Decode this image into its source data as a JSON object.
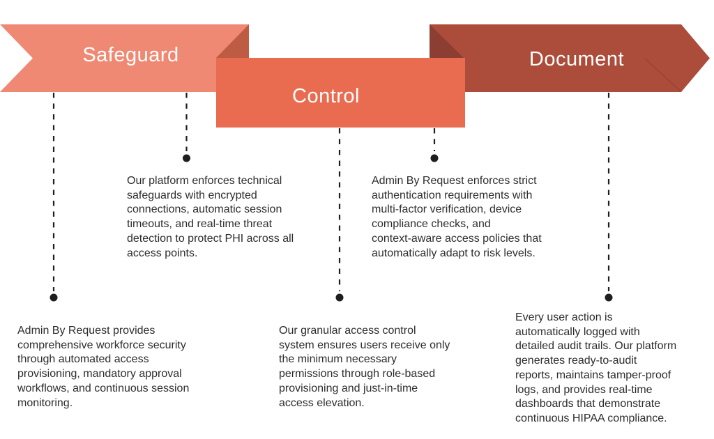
{
  "colors": {
    "safeguard": "#EF8973",
    "safeguard_fold": "#BE5B43",
    "control": "#E96B50",
    "document": "#AC4C3A",
    "document_fold": "#8B3E31",
    "line": "#1E1E1E",
    "text": "#2D2D2D",
    "background": "#FFFFFF"
  },
  "banners": [
    {
      "id": "safeguard",
      "label": "Safeguard"
    },
    {
      "id": "control",
      "label": "Control"
    },
    {
      "id": "document",
      "label": "Document"
    }
  ],
  "callouts": [
    {
      "id": "safeguard-technical",
      "text": "Our platform enforces technical\nsafeguards with encrypted\nconnections, automatic session\ntimeouts, and real-time threat\ndetection to protect PHI across all\naccess points."
    },
    {
      "id": "control-authentication",
      "text": "Admin By Request enforces strict\nauthentication requirements with\nmulti-factor verification, device\ncompliance checks, and\ncontext-aware access policies that\nautomatically adapt to risk levels."
    },
    {
      "id": "safeguard-workforce",
      "text": "Admin By Request provides\ncomprehensive workforce security\nthrough automated access\nprovisioning, mandatory approval\nworkflows, and continuous session\nmonitoring."
    },
    {
      "id": "control-least-privilege",
      "text": "Our granular access control\nsystem ensures users receive only\nthe minimum necessary\npermissions through role-based\nprovisioning and just-in-time\naccess elevation."
    },
    {
      "id": "document-audit",
      "text": "Every user action is\nautomatically logged with\ndetailed audit trails. Our platform\ngenerates ready-to-audit\nreports, maintains tamper-proof\nlogs, and provides real-time\ndashboards that demonstrate\ncontinuous HIPAA compliance."
    }
  ]
}
